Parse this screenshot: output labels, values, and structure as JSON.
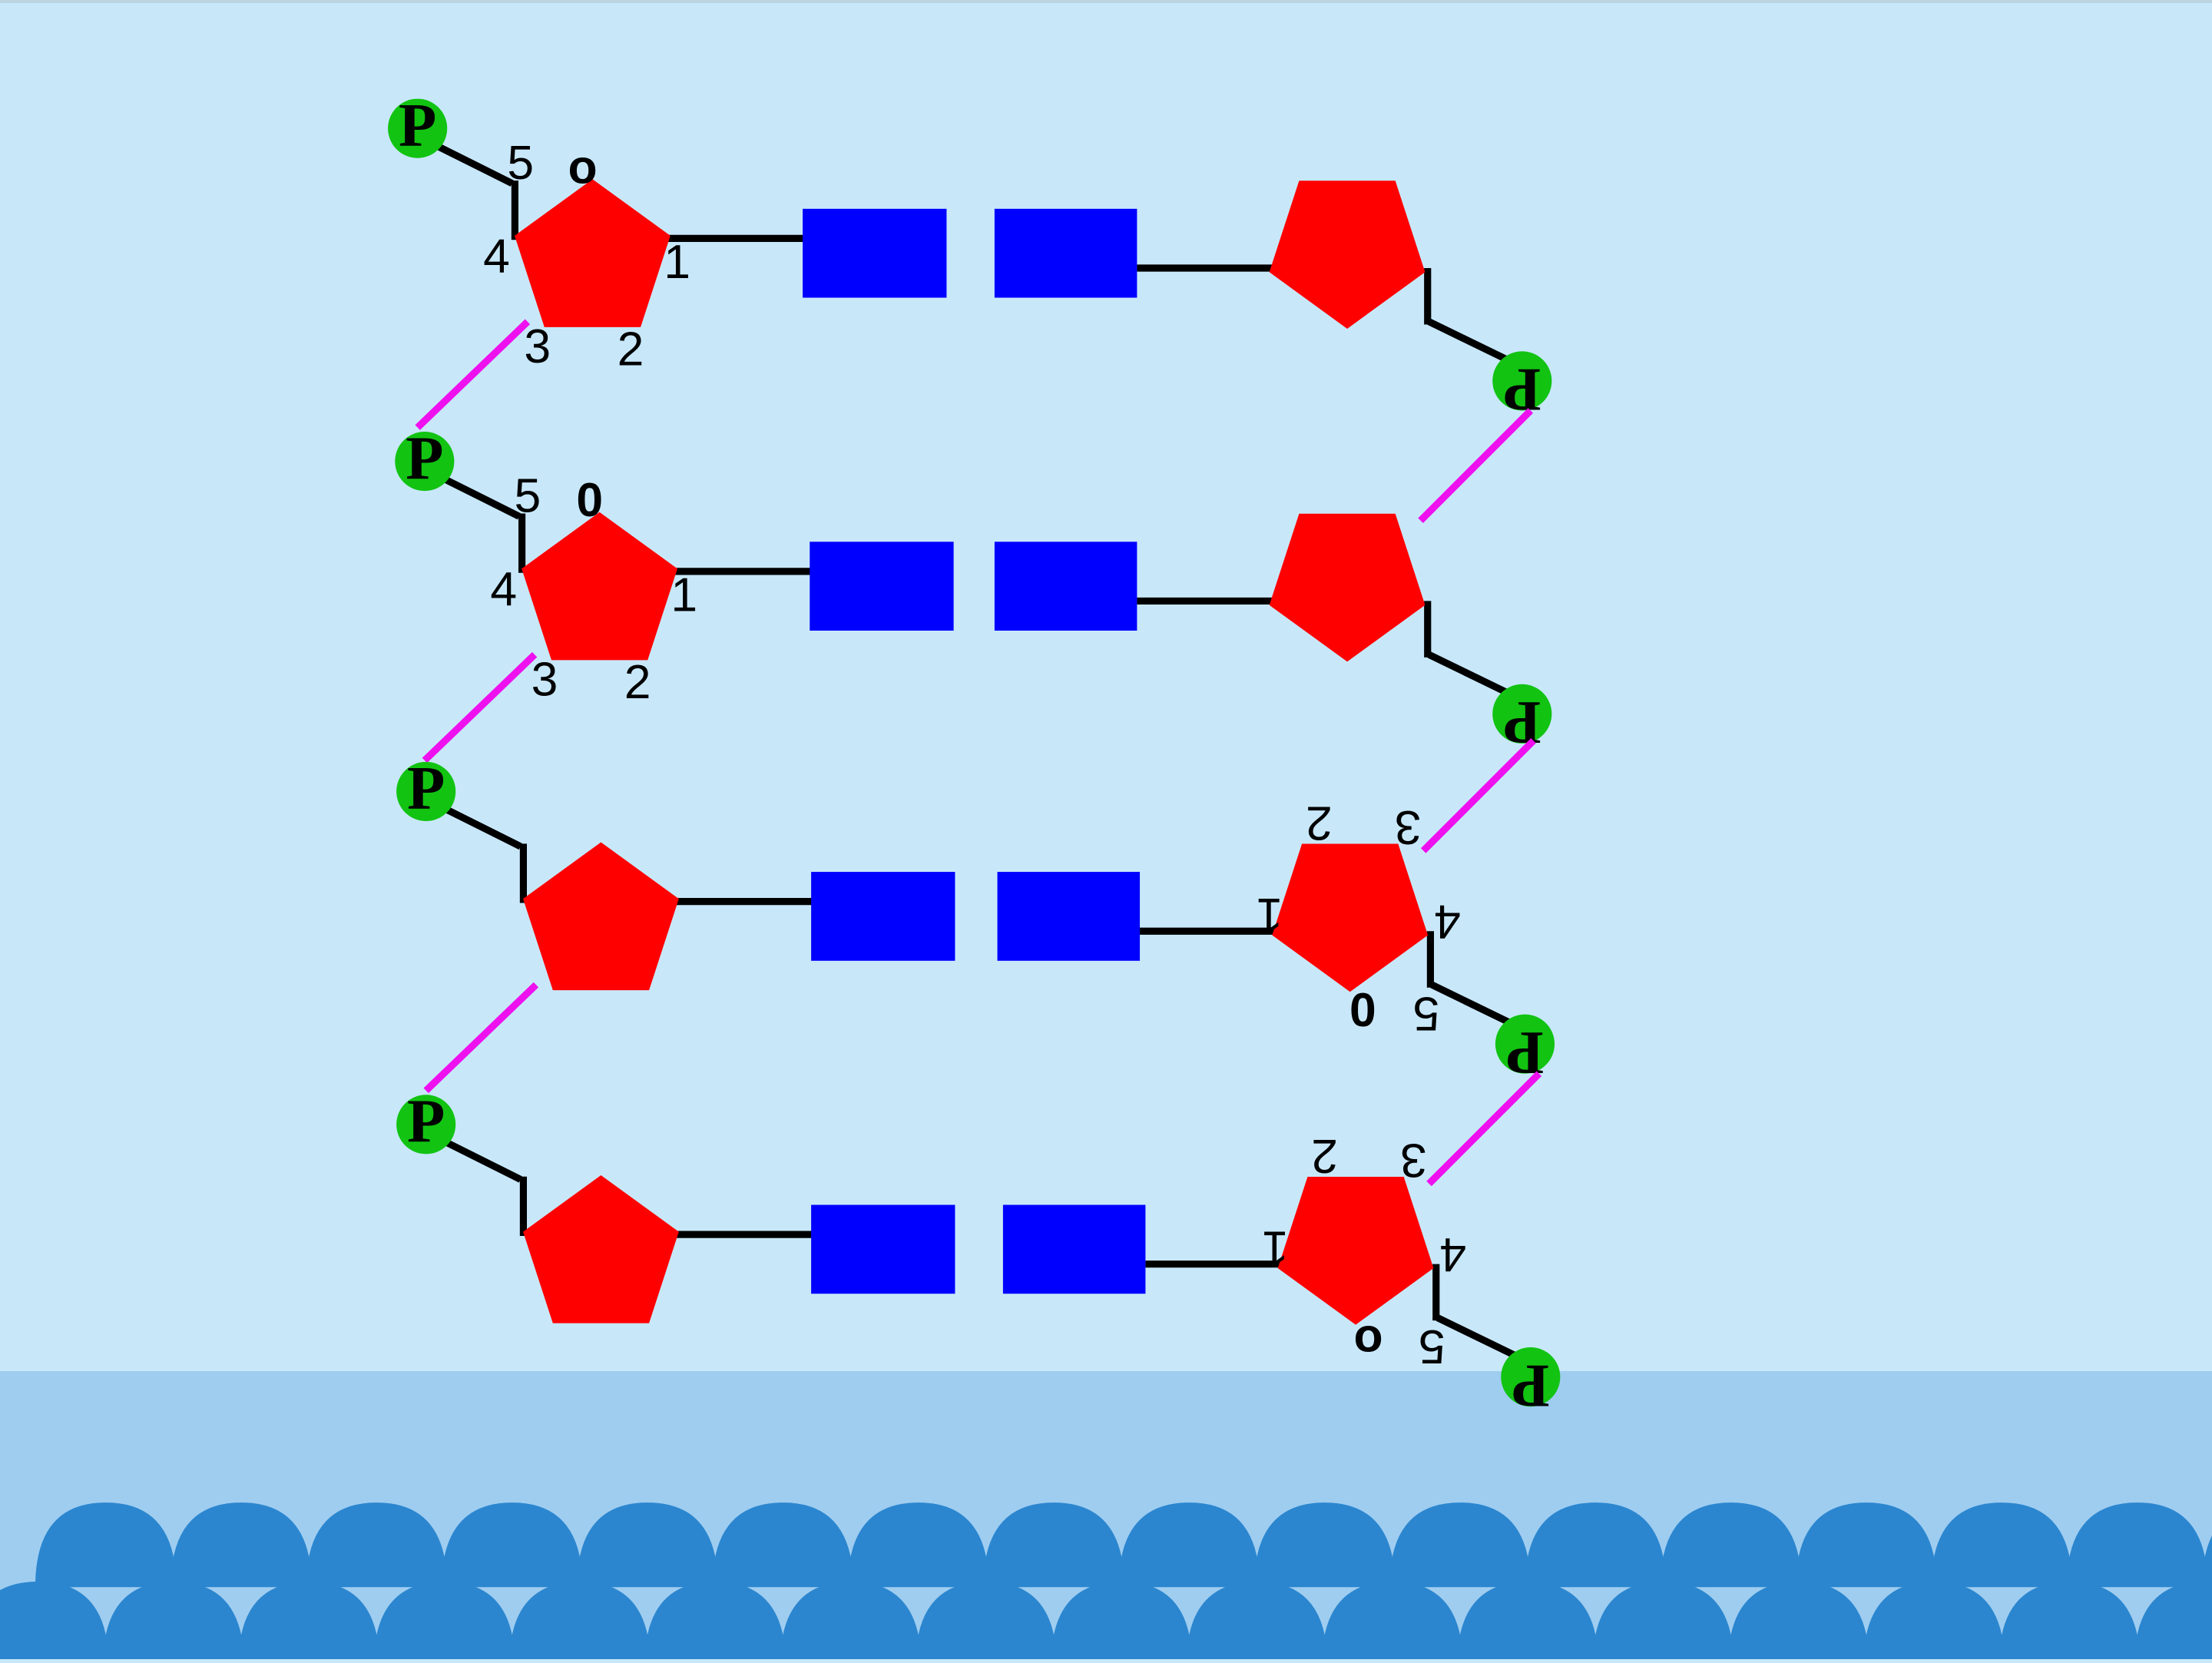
{
  "diagram": {
    "colors": {
      "background": "#c8e8fa",
      "band": "#9fcdf0",
      "waves": "#2b86cf",
      "sugar": "#ff0000",
      "base": "#0000ff",
      "phosphate": "#12c312",
      "phosphodiester_bond": "#ee10ee",
      "bond": "#000000",
      "label": "#000000"
    },
    "phosphate_label": "P",
    "left_strand": {
      "nucleotides": [
        {
          "carbon_labels": {
            "c1": "1",
            "c2": "2",
            "c3": "3",
            "c4": "4",
            "c5": "5",
            "o": "o"
          }
        },
        {
          "carbon_labels": {
            "c1": "1",
            "c2": "2",
            "c3": "3",
            "c4": "4",
            "c5": "5",
            "o": "0"
          }
        },
        {
          "carbon_labels": null
        },
        {
          "carbon_labels": null
        }
      ]
    },
    "right_strand": {
      "nucleotides": [
        {
          "carbon_labels": null
        },
        {
          "carbon_labels": null
        },
        {
          "carbon_labels": {
            "c1": "1",
            "c2": "2",
            "c3": "3",
            "c4": "4",
            "c5": "5",
            "o": "0"
          }
        },
        {
          "carbon_labels": {
            "c1": "1",
            "c2": "2",
            "c3": "3",
            "c4": "4",
            "c5": "5",
            "o": "o"
          }
        }
      ]
    }
  }
}
